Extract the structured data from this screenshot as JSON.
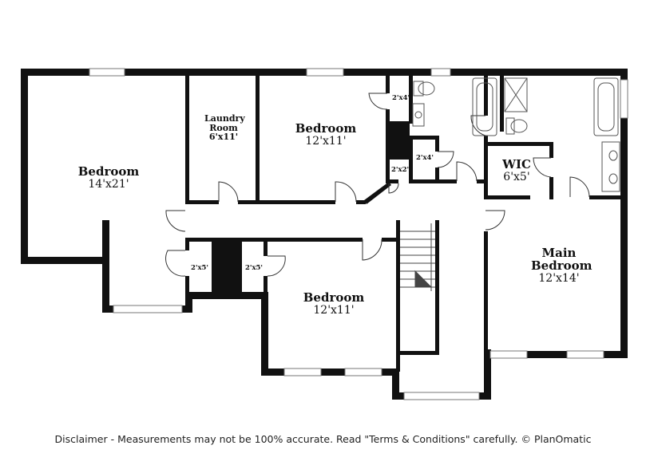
{
  "rooms": {
    "bedroom_nw": {
      "name": "Bedroom",
      "dims": "14'x21'"
    },
    "laundry": {
      "name": "Laundry Room",
      "dims": "6'x11'"
    },
    "bedroom_n": {
      "name": "Bedroom",
      "dims": "12'x11'"
    },
    "bedroom_s": {
      "name": "Bedroom",
      "dims": "12'x11'"
    },
    "wic": {
      "name": "WIC",
      "dims": "6'x5'"
    },
    "main_bedroom": {
      "name": "Main Bedroom",
      "dims": "12'x14'"
    }
  },
  "closets": {
    "c1": "2'x4'",
    "c2": "2'x4'",
    "c3": "2'x2'",
    "c4": "2'x5'",
    "c5": "2'x5'"
  },
  "disclaimer": "Disclaimer - Measurements may not be 100% accurate. Read \"Terms & Conditions\" carefully. © PlanOmatic",
  "colors": {
    "wall": "#111111",
    "fixture": "#555555",
    "background": "#ffffff"
  }
}
